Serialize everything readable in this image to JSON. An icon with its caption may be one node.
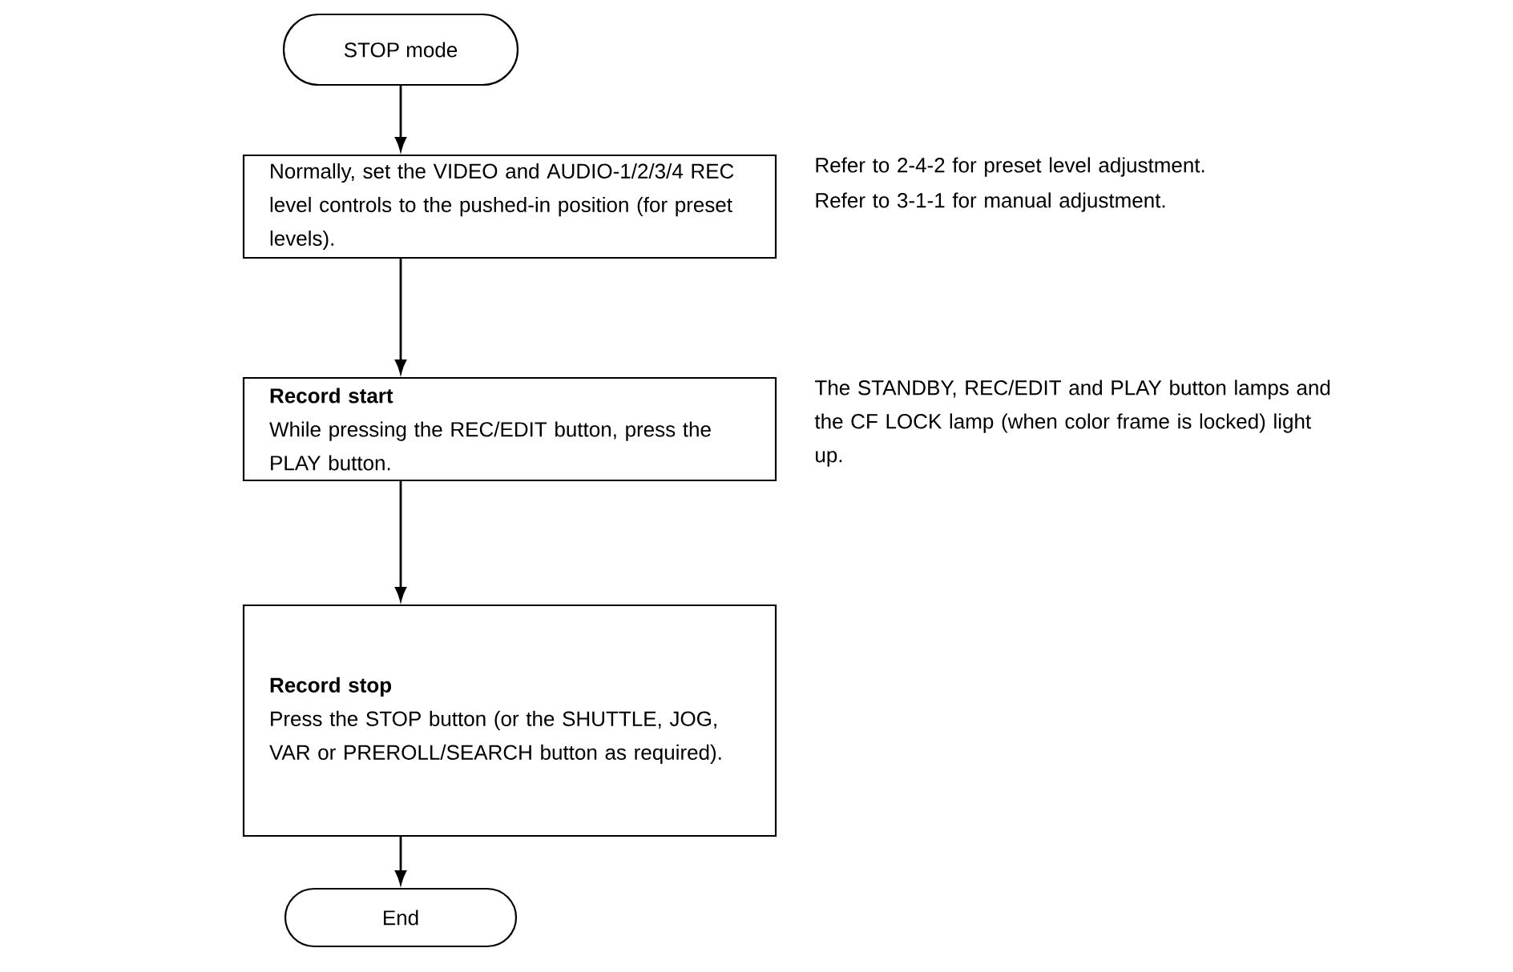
{
  "diagram": {
    "nodes": [
      {
        "text": [
          "STOP mode"
        ]
      },
      {
        "text": [
          "Normally, set the VIDEO and AUDIO-1/2/3/4 REC level controls to the pushed-in position (for preset levels)."
        ],
        "beside": [
          "Refer to 2-4-2 for preset level adjustment.",
          "Refer to 3-1-1 for manual adjustment."
        ]
      },
      {
        "text": [
          "Record start",
          "While pressing the REC/EDIT button, press the PLAY button."
        ],
        "beside": [
          "The STANDBY, REC/EDIT and PLAY button lamps and the CF LOCK lamp (when color frame is locked) light up."
        ]
      },
      {
        "text": [
          "Record stop",
          "Press the STOP button (or the SHUTTLE, JOG, VAR or PREROLL/SEARCH button as required)."
        ]
      },
      {
        "text": [
          "End"
        ]
      }
    ],
    "edges": [
      {
        "from": 0,
        "to": 1,
        "arrow": "to"
      },
      {
        "from": 1,
        "to": 2,
        "arrow": "to"
      },
      {
        "from": 2,
        "to": 3,
        "arrow": "to"
      },
      {
        "from": 3,
        "to": 4,
        "arrow": "to"
      }
    ]
  }
}
